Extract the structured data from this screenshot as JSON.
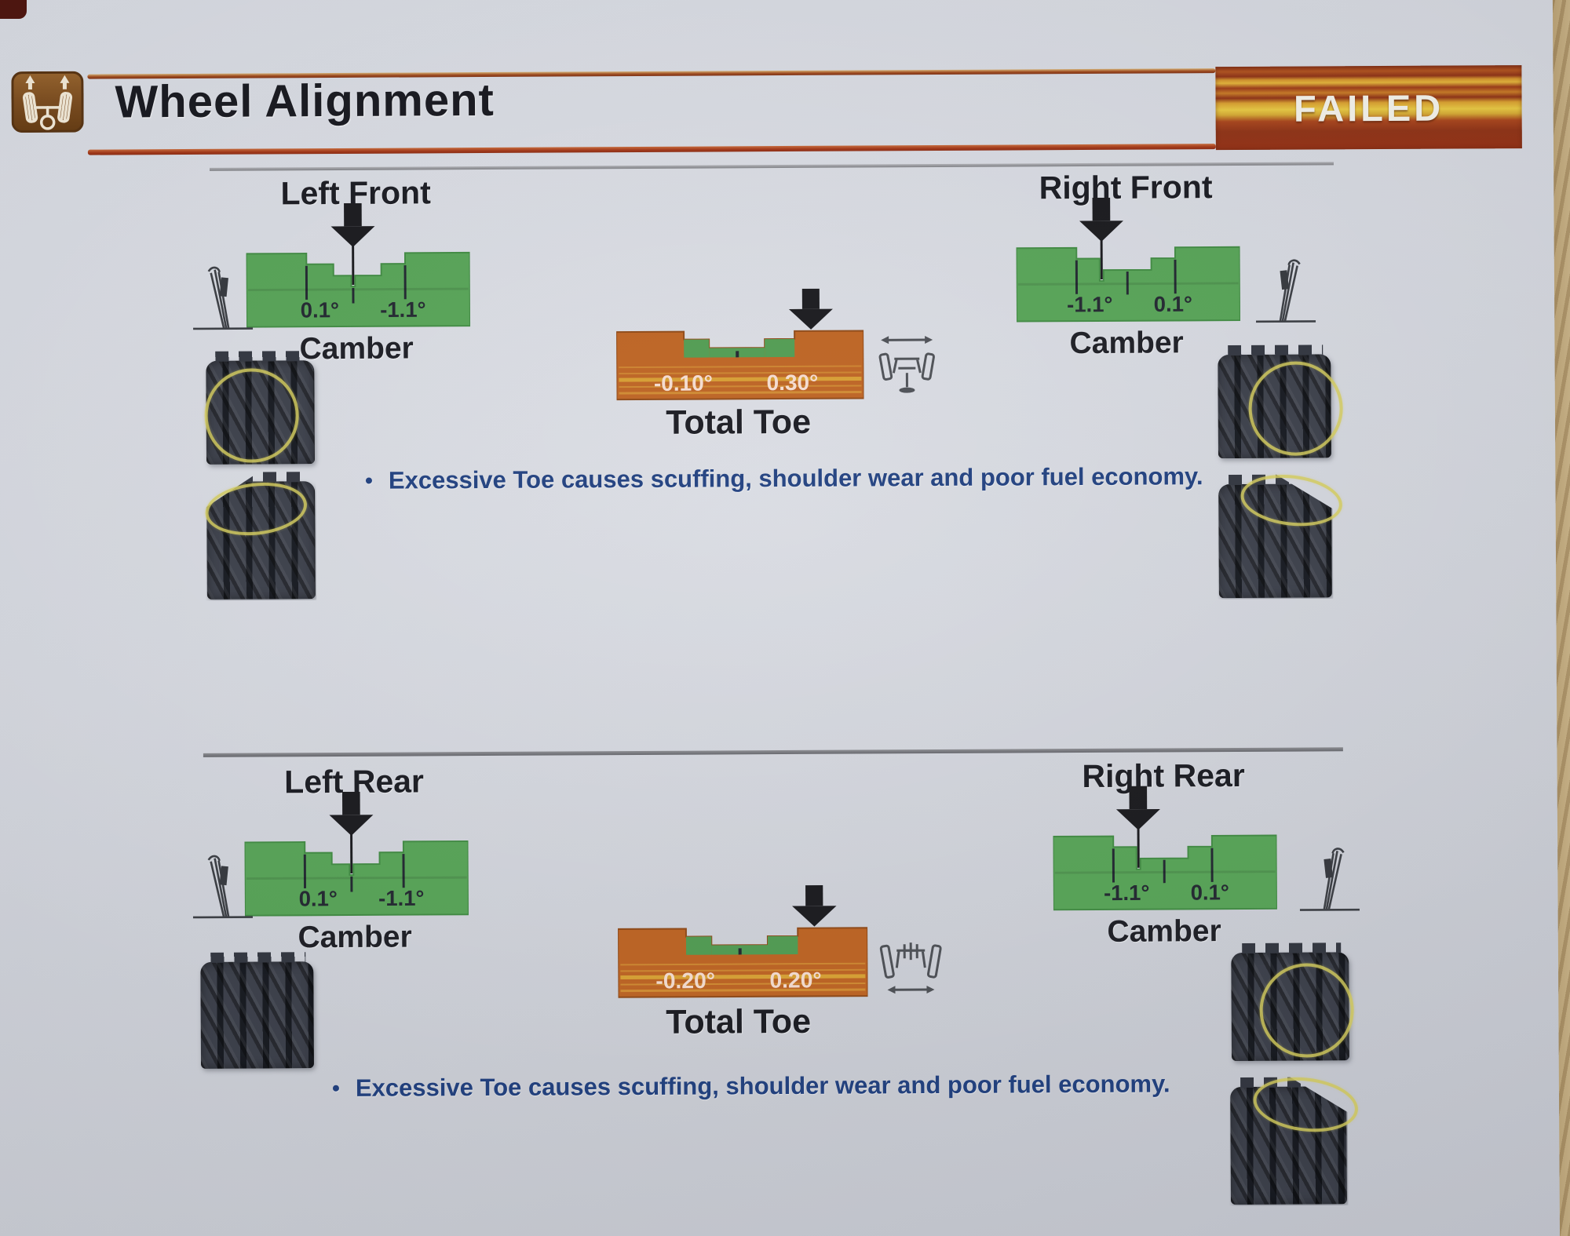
{
  "header": {
    "title": "Wheel Alignment",
    "status_badge": "FAILED",
    "icon": "wheel-alignment-icon"
  },
  "front": {
    "left_wheel": {
      "title": "Left Front",
      "gauge_label": "Camber",
      "value_left": "0.1°",
      "value_right": "-1.1°"
    },
    "right_wheel": {
      "title": "Right Front",
      "gauge_label": "Camber",
      "value_left": "-1.1°",
      "value_right": "0.1°"
    },
    "toe": {
      "label": "Total Toe",
      "value_left": "-0.10°",
      "value_right": "0.30°"
    },
    "note": {
      "bullet": "•",
      "text": "Excessive Toe causes scuffing, shoulder wear and poor fuel economy."
    }
  },
  "rear": {
    "left_wheel": {
      "title": "Left Rear",
      "gauge_label": "Camber",
      "value_left": "0.1°",
      "value_right": "-1.1°"
    },
    "right_wheel": {
      "title": "Right Rear",
      "gauge_label": "Camber",
      "value_left": "-1.1°",
      "value_right": "0.1°"
    },
    "toe": {
      "label": "Total Toe",
      "value_left": "-0.20°",
      "value_right": "0.20°"
    },
    "note": {
      "bullet": "•",
      "text": "Excessive Toe causes scuffing, shoulder wear and poor fuel economy."
    }
  },
  "colors": {
    "gauge_in_spec_green": "#55a355",
    "gauge_out_of_spec_orange": "#bd6220",
    "status_banner_red": "#a23c18",
    "status_banner_yellow": "#e5bd3a",
    "note_blue": "#1e3e7e",
    "wear_marker_yellow": "#d5cd5c"
  }
}
